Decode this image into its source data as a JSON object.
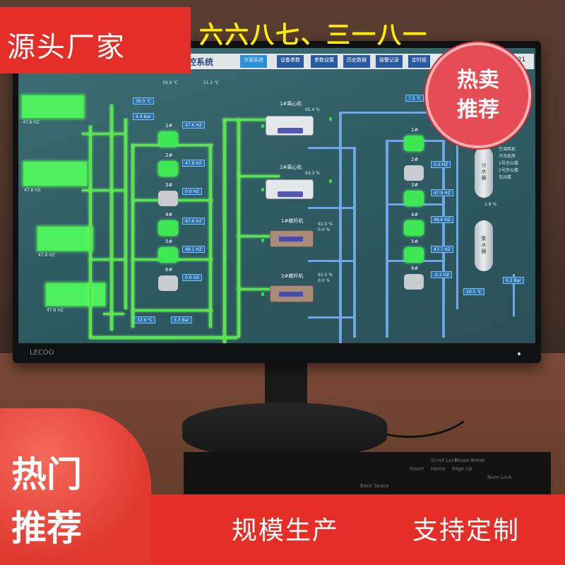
{
  "scada": {
    "title": "控系统",
    "tabs": [
      "冷源系统",
      "设备参数",
      "参数设置",
      "历史数据",
      "报警记录",
      "定时组"
    ],
    "active_tab": "冷源系统",
    "time_prefix": "2",
    "time_suffix": "6:21",
    "readouts": {
      "top_left_temp": "39.9 ℃",
      "top_left_temp2": "51.1 ℃",
      "cw_supply_temp": "36.0 ℃",
      "cw_pressure": "4.4 Bar",
      "cw_return_temp": "32.9 ℃",
      "cw_return_pressure": "3.3 Bar",
      "chw_supply_temp": "7.5 ℃",
      "chw_return_temp": "10.5 ℃",
      "chw_pressure": "6.2 Bar",
      "tank_pct": "1.8 %"
    },
    "cooling_pumps": [
      {
        "label": "1#",
        "freq": "47.6 HZ",
        "state": "on"
      },
      {
        "label": "2#",
        "freq": "47.9 HZ",
        "state": "on"
      },
      {
        "label": "3#",
        "freq": "0.0 HZ",
        "state": "off"
      },
      {
        "label": "4#",
        "freq": "47.9 HZ",
        "state": "on"
      },
      {
        "label": "5#",
        "freq": "48.1 HZ",
        "state": "on"
      },
      {
        "label": "6#",
        "freq": "0.0 HZ",
        "state": "off"
      }
    ],
    "chilled_pumps": [
      {
        "label": "1#",
        "freq": "",
        "state": "on"
      },
      {
        "label": "2#",
        "freq": "0.0 HZ",
        "state": "off"
      },
      {
        "label": "3#",
        "freq": "47.9 HZ",
        "state": "on"
      },
      {
        "label": "4#",
        "freq": "46.6 HZ",
        "state": "on"
      },
      {
        "label": "5#",
        "freq": "47.7 HZ",
        "state": "on"
      },
      {
        "label": "6#",
        "freq": "-0.2 HZ",
        "state": "off"
      }
    ],
    "chillers": [
      {
        "label": "1#离心机",
        "load": "65.4 %"
      },
      {
        "label": "2#离心机",
        "load": "64.3 %"
      },
      {
        "label": "1#螺杆机",
        "load": "92.0 %",
        "load2": "0.0 %"
      },
      {
        "label": "2#螺杆机",
        "load": "92.0 %",
        "load2": "0.0 %"
      }
    ],
    "tower_freqs": [
      "47.8 HZ",
      "47.8 HZ",
      "47.8 HZ",
      "47.8 HZ"
    ],
    "tanks": [
      {
        "label": "分水器"
      },
      {
        "label": "集水器"
      }
    ],
    "legend_items": [
      "空调风机",
      "冷冻机房",
      "1号办公楼",
      "2号办公楼",
      "车间楼"
    ]
  },
  "monitor": {
    "brand": "LECOO",
    "keys": [
      "Back Space",
      "Insert",
      "Home",
      "Page Up",
      "Scroll Lock",
      "Pause Break",
      "Num Lock"
    ]
  },
  "promo": {
    "top_left": "源头厂家",
    "phone": "六六八七、三一八一",
    "hot_badge_line1": "热卖",
    "hot_badge_line2": "推荐",
    "bottom_left_line1": "热门",
    "bottom_left_line2": "推荐",
    "bottom_phrase1": "规模生产",
    "bottom_phrase2": "支持定制",
    "colors": {
      "banner_red": "#e32f27",
      "phone_yellow": "#ffec00",
      "badge_pink": "#e64c55"
    }
  }
}
